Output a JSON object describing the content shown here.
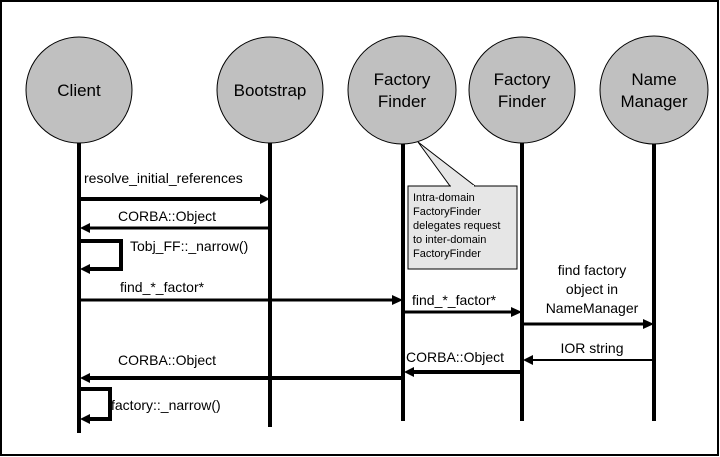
{
  "diagram": {
    "type": "sequence",
    "actors": [
      {
        "id": "client",
        "lines": [
          "Client"
        ]
      },
      {
        "id": "bootstrap",
        "lines": [
          "Bootstrap"
        ]
      },
      {
        "id": "ff1",
        "lines": [
          "Factory",
          "Finder"
        ]
      },
      {
        "id": "ff2",
        "lines": [
          "Factory",
          "Finder"
        ]
      },
      {
        "id": "nm",
        "lines": [
          "Name",
          "Manager"
        ]
      }
    ],
    "messages": [
      {
        "label": "resolve_initial_references",
        "from": "client",
        "to": "bootstrap"
      },
      {
        "label": "CORBA::Object",
        "from": "bootstrap",
        "to": "client"
      },
      {
        "label": "Tobj_FF::_narrow()",
        "from": "client",
        "to": "client"
      },
      {
        "label": "find_*_factor*",
        "from": "client",
        "to": "ff1"
      },
      {
        "label": "find_*_factor*",
        "from": "ff1",
        "to": "ff2"
      },
      {
        "label_lines": [
          "find factory",
          "object in",
          "NameManager"
        ],
        "from": "ff2",
        "to": "nm"
      },
      {
        "label": "IOR string",
        "from": "nm",
        "to": "ff2"
      },
      {
        "label": "CORBA::Object",
        "from": "ff2",
        "to": "ff1"
      },
      {
        "label": "CORBA::Object",
        "from": "ff1",
        "to": "client"
      },
      {
        "label": "factory::_narrow()",
        "from": "client",
        "to": "client"
      }
    ],
    "note": {
      "lines": [
        "Intra-domain",
        "FactoryFinder",
        "delegates request",
        "to inter-domain",
        "FactoryFinder"
      ],
      "attached_to": "ff1"
    },
    "colors": {
      "actor_fill": "#c0c0c0",
      "note_fill": "#e6e6e6",
      "line": "#000000"
    }
  }
}
